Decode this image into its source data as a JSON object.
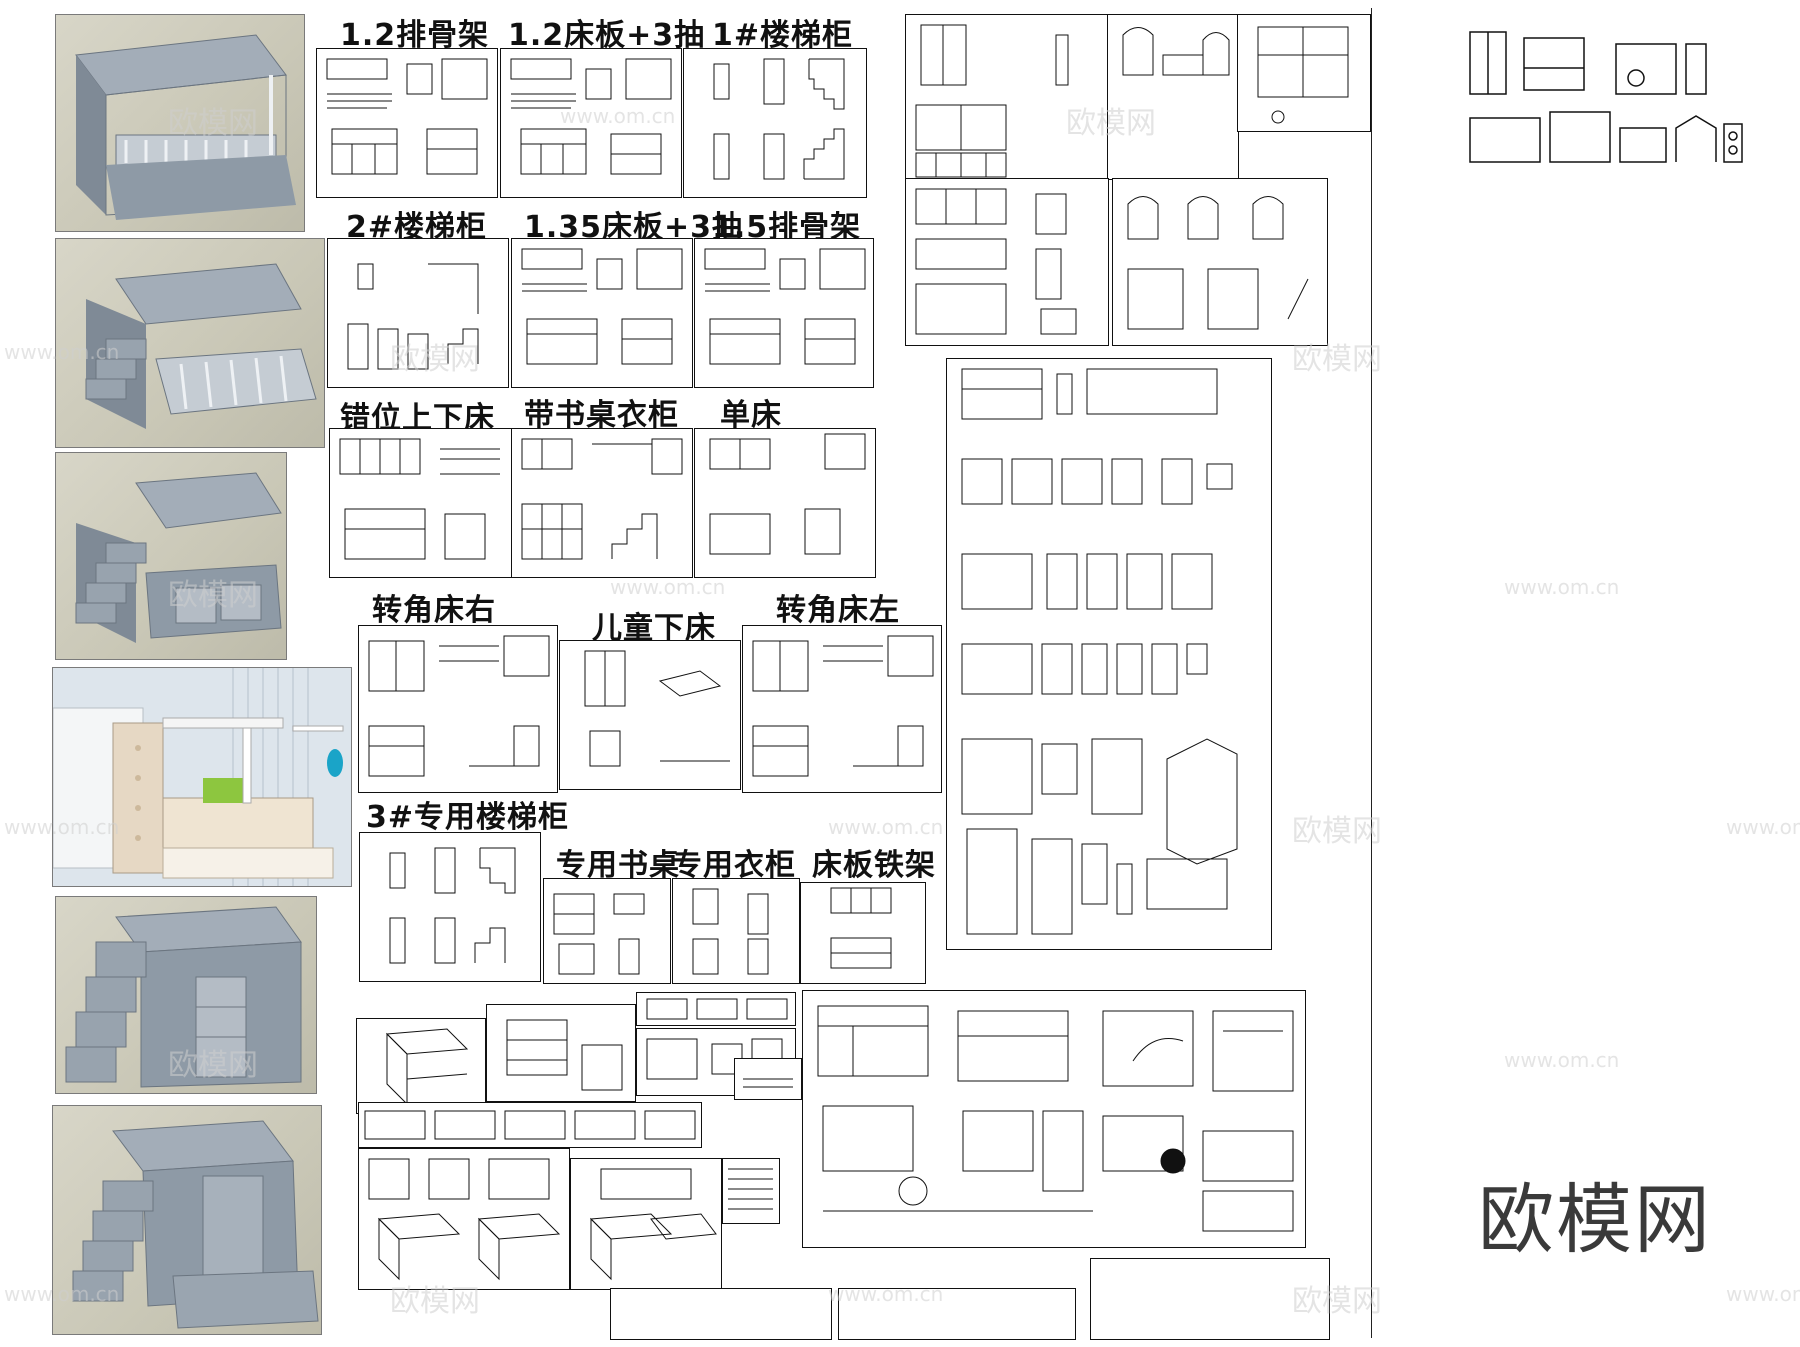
{
  "labels": {
    "l1": "1.2排骨架",
    "l2": "1.2床板+3抽",
    "l3": "1#楼梯柜",
    "l4": "2#楼梯柜",
    "l5": "1.35床板+3抽",
    "l6": "1.5排骨架",
    "l7": "错位上下床",
    "l8": "带书桌衣柜",
    "l9": "单床",
    "l10": "转角床右",
    "l11": "儿童下床",
    "l12": "转角床左",
    "l13": "3#专用楼梯柜",
    "l14": "专用书桌",
    "l15": "专用衣柜",
    "l16": "床板铁架"
  },
  "watermark": {
    "brand_cn": "欧模网",
    "url": "www.om.cn"
  },
  "brand_logo": "欧模网",
  "colors": {
    "model_gray": "#8e9aa6",
    "line": "#111111",
    "watermark": "#cfcfcf"
  }
}
